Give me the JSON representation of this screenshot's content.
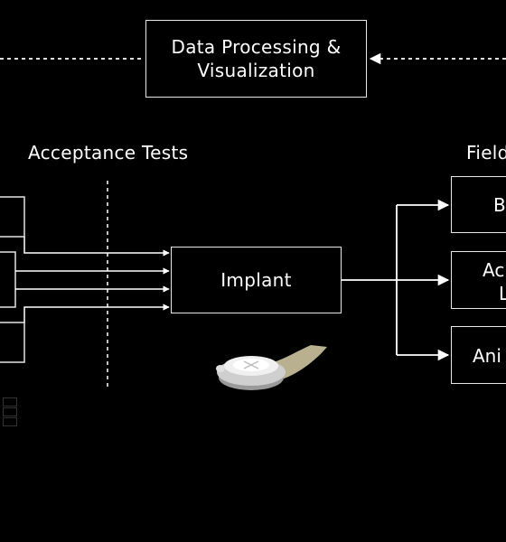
{
  "colors": {
    "background": "#000000",
    "line": "#ffffff",
    "box_border": "#e6e6e6"
  },
  "top_box": {
    "line1": "Data Processing &",
    "line2": "Visualization"
  },
  "sections": {
    "acceptance_tests": "Acceptance Tests",
    "field_clipped": "Field"
  },
  "implant_box": {
    "label": "Implant"
  },
  "right_boxes": [
    {
      "line1": "B"
    },
    {
      "line1": "Ac",
      "line2": "L"
    },
    {
      "line1": "Ani"
    }
  ],
  "device_image": {
    "icon": "implant-device-icon"
  },
  "mini_legend": {
    "icon": "legend-icon"
  }
}
